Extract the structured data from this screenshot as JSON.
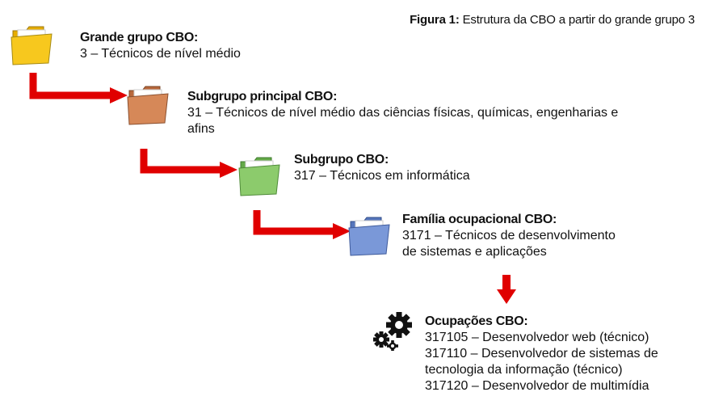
{
  "caption": {
    "label": "Figura 1:",
    "text": " Estrutura da CBO a partir do grande grupo 3"
  },
  "levels": [
    {
      "title": "Grande grupo CBO:",
      "lines": [
        "3 – Técnicos de nível médio"
      ],
      "icon": "folder-icon",
      "color": "#f7c81e"
    },
    {
      "title": "Subgrupo principal CBO:",
      "lines": [
        "31 – Técnicos de nível médio das ciências físicas, químicas, engenharias e",
        "afins"
      ],
      "icon": "folder-icon",
      "color": "#d68858"
    },
    {
      "title": "Subgrupo CBO:",
      "lines": [
        "317 – Técnicos em informática"
      ],
      "icon": "folder-icon",
      "color": "#8ccb6c"
    },
    {
      "title": "Família ocupacional CBO:",
      "lines": [
        "3171 – Técnicos de desenvolvimento",
        "de sistemas e aplicações"
      ],
      "icon": "folder-icon",
      "color": "#7a98d8"
    },
    {
      "title": "Ocupações CBO:",
      "lines": [
        "317105 – Desenvolvedor web (técnico)",
        "317110 – Desenvolvedor de sistemas de",
        "tecnologia da informação (técnico)",
        "317120 – Desenvolvedor de multimídia"
      ],
      "icon": "gears-icon",
      "color": "#111111"
    }
  ],
  "arrow_color": "#e00000"
}
